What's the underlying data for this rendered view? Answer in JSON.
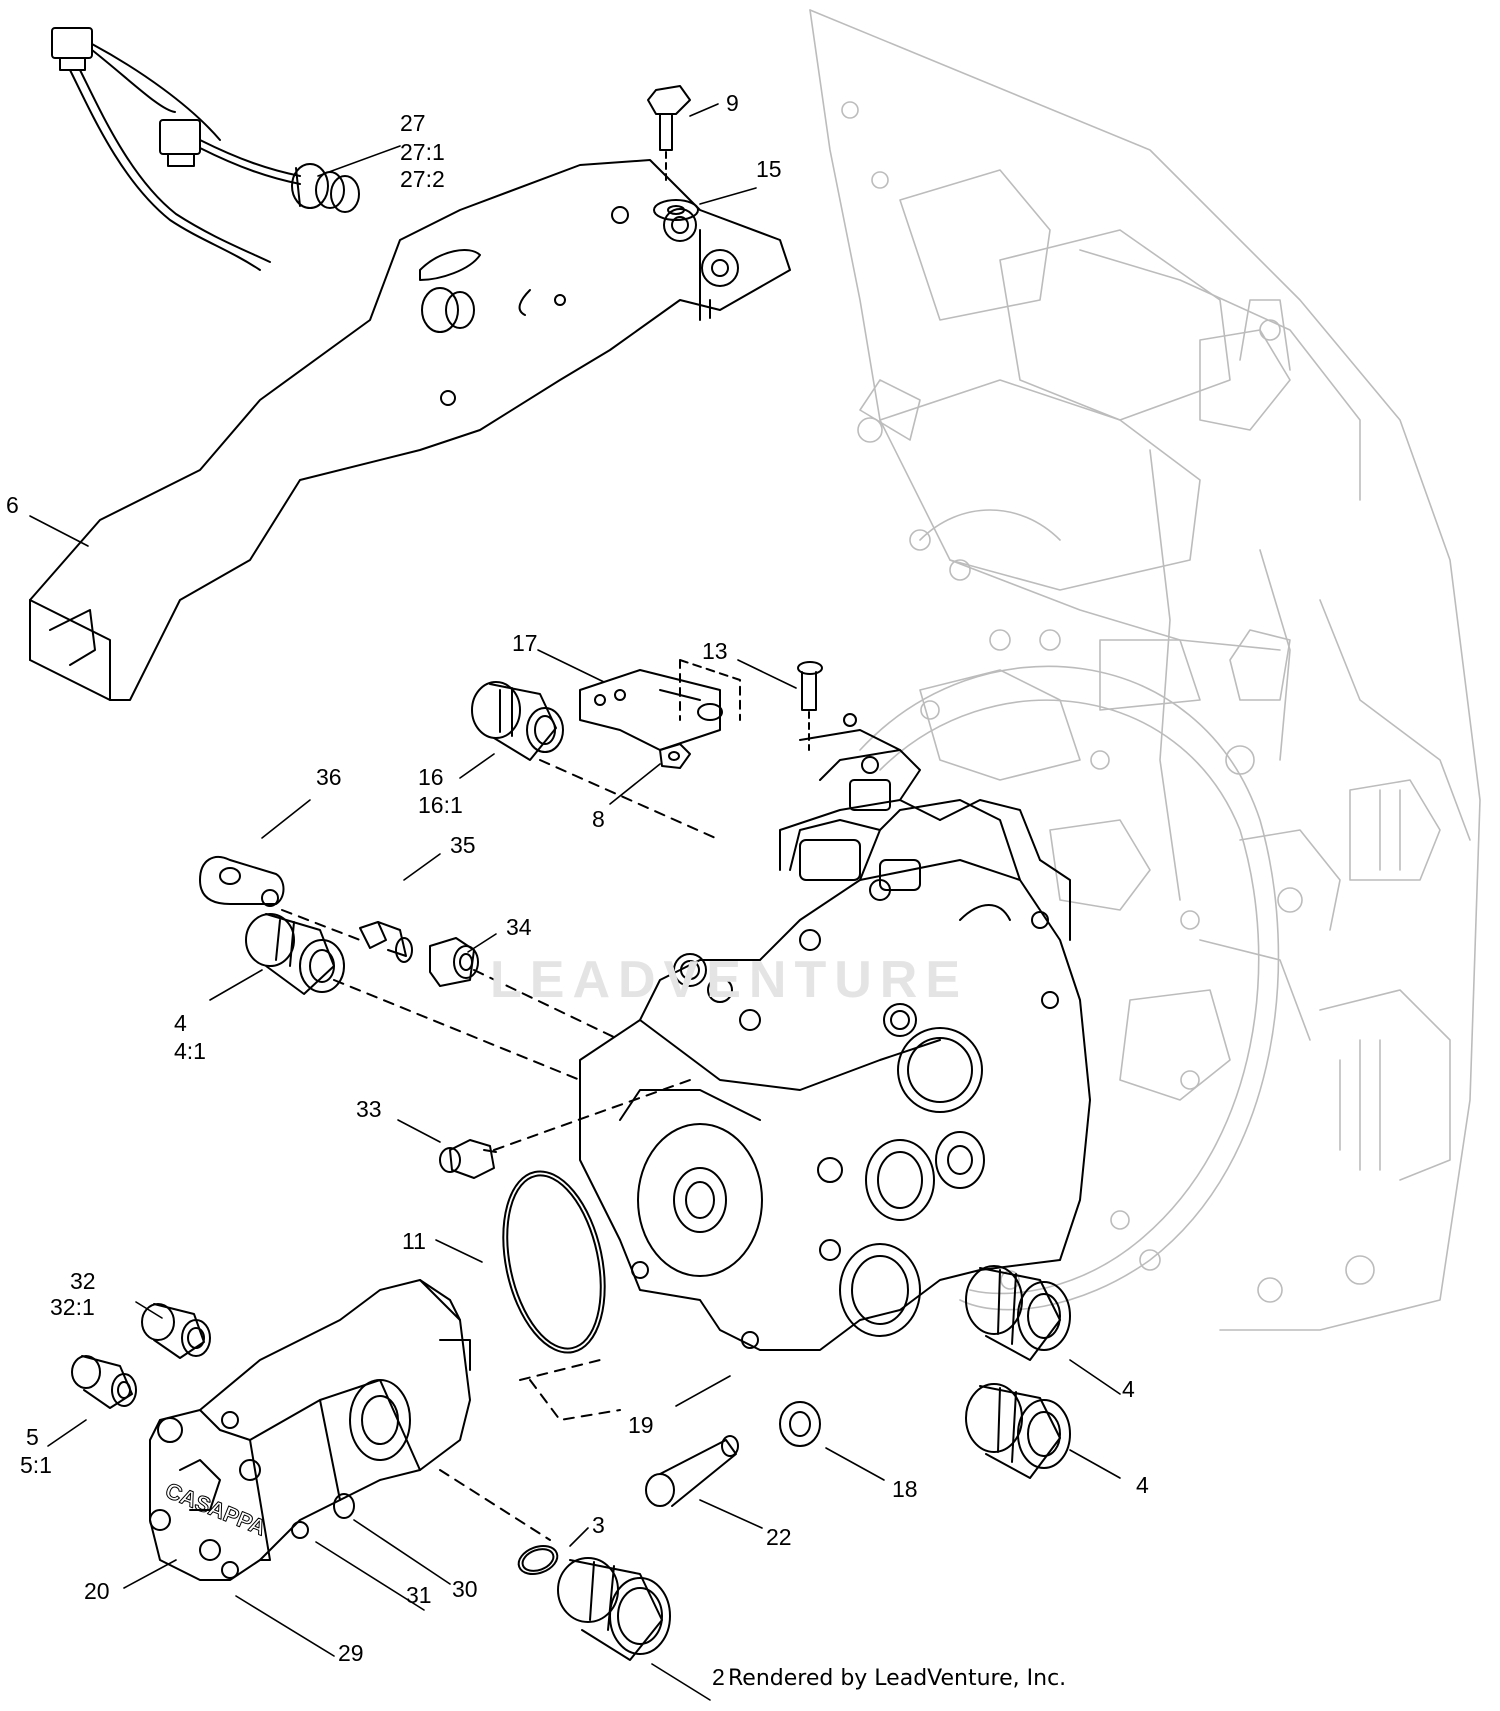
{
  "diagram": {
    "watermark_text": "LEADVENTURE",
    "credit_text": "Rendered by LeadVenture, Inc.",
    "line_color": "#000000",
    "ghost_color": "#bfbfbf",
    "callouts": [
      {
        "id": "27",
        "text": "27"
      },
      {
        "id": "27_1",
        "text": "27:1"
      },
      {
        "id": "27_2",
        "text": "27:2"
      },
      {
        "id": "9",
        "text": "9"
      },
      {
        "id": "15",
        "text": "15"
      },
      {
        "id": "6",
        "text": "6"
      },
      {
        "id": "17",
        "text": "17"
      },
      {
        "id": "13",
        "text": "13"
      },
      {
        "id": "16",
        "text": "16"
      },
      {
        "id": "16_1",
        "text": "16:1"
      },
      {
        "id": "8",
        "text": "8"
      },
      {
        "id": "36",
        "text": "36"
      },
      {
        "id": "35",
        "text": "35"
      },
      {
        "id": "34",
        "text": "34"
      },
      {
        "id": "4a",
        "text": "4"
      },
      {
        "id": "4_1",
        "text": "4:1"
      },
      {
        "id": "33",
        "text": "33"
      },
      {
        "id": "11",
        "text": "11"
      },
      {
        "id": "32",
        "text": "32"
      },
      {
        "id": "32_1",
        "text": "32:1"
      },
      {
        "id": "5",
        "text": "5"
      },
      {
        "id": "5_1",
        "text": "5:1"
      },
      {
        "id": "19",
        "text": "19"
      },
      {
        "id": "4b",
        "text": "4"
      },
      {
        "id": "4c",
        "text": "4"
      },
      {
        "id": "18",
        "text": "18"
      },
      {
        "id": "22",
        "text": "22"
      },
      {
        "id": "3",
        "text": "3"
      },
      {
        "id": "20",
        "text": "20"
      },
      {
        "id": "31",
        "text": "31"
      },
      {
        "id": "30",
        "text": "30"
      },
      {
        "id": "29",
        "text": "29"
      },
      {
        "id": "2",
        "text": "2"
      }
    ]
  }
}
